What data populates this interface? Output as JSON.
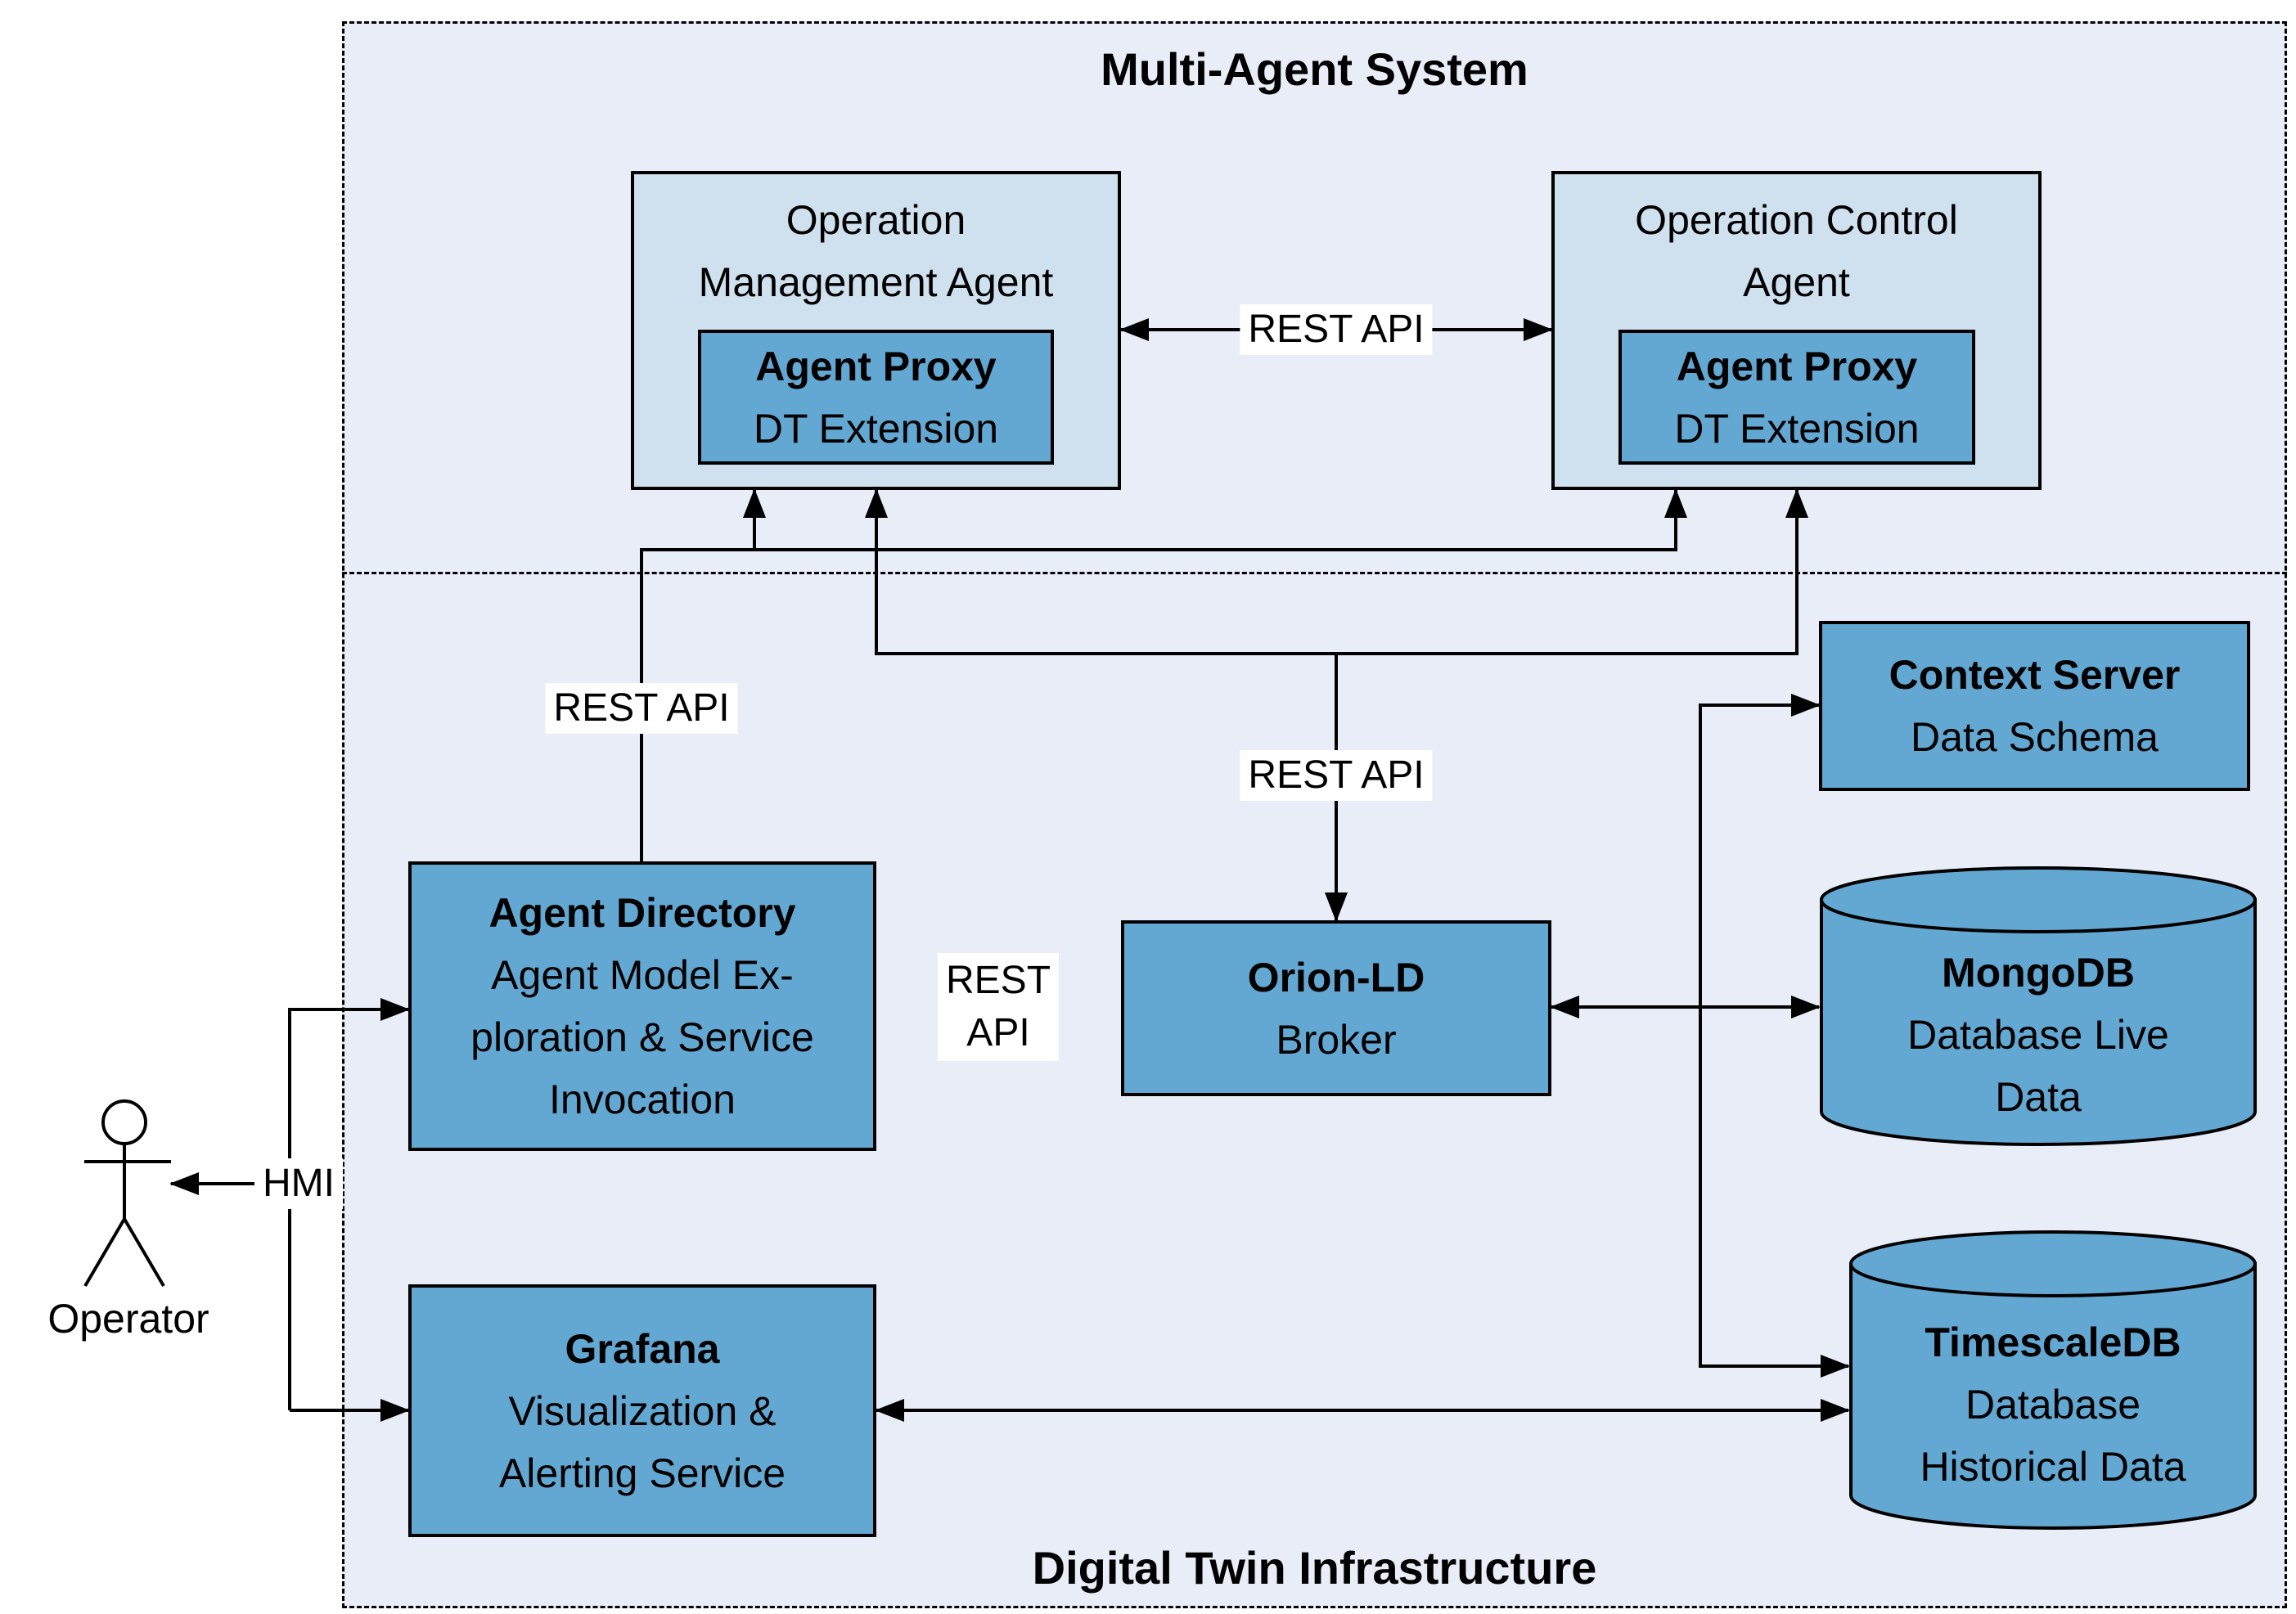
{
  "regions": {
    "mas_title": "Multi-Agent System",
    "dt_title": "Digital Twin Infrastructure"
  },
  "nodes": {
    "oma": {
      "line1": "Operation",
      "line2": "Management Agent",
      "proxy_title": "Agent Proxy",
      "proxy_sub": "DT Extension"
    },
    "oca": {
      "line1": "Operation Control",
      "line2": "Agent",
      "proxy_title": "Agent Proxy",
      "proxy_sub": "DT Extension"
    },
    "context_server": {
      "title": "Context Server",
      "sub": "Data Schema"
    },
    "mongodb": {
      "title": "MongoDB",
      "sub1": "Database Live",
      "sub2": "Data"
    },
    "timescaledb": {
      "title": "TimescaleDB",
      "sub1": "Database",
      "sub2": "Historical Data"
    },
    "orion": {
      "title": "Orion-LD",
      "sub": "Broker"
    },
    "agent_directory": {
      "title": "Agent Directory",
      "sub1": "Agent Model Ex-",
      "sub2": "ploration & Service",
      "sub3": "Invocation"
    },
    "grafana": {
      "title": "Grafana",
      "sub1": "Visualization &",
      "sub2": "Alerting Service"
    }
  },
  "labels": {
    "rest_api_agents": "REST API",
    "rest_api_directory": "REST API",
    "rest_api_orion": "REST API",
    "rest_small_line1": "REST",
    "rest_small_line2": "API",
    "hmi": "HMI",
    "operator": "Operator"
  },
  "colors": {
    "region_bg": "#e8edf7",
    "agent_box_bg": "#cfe0ee",
    "node_bg": "#63a8d2",
    "line": "#000000"
  }
}
